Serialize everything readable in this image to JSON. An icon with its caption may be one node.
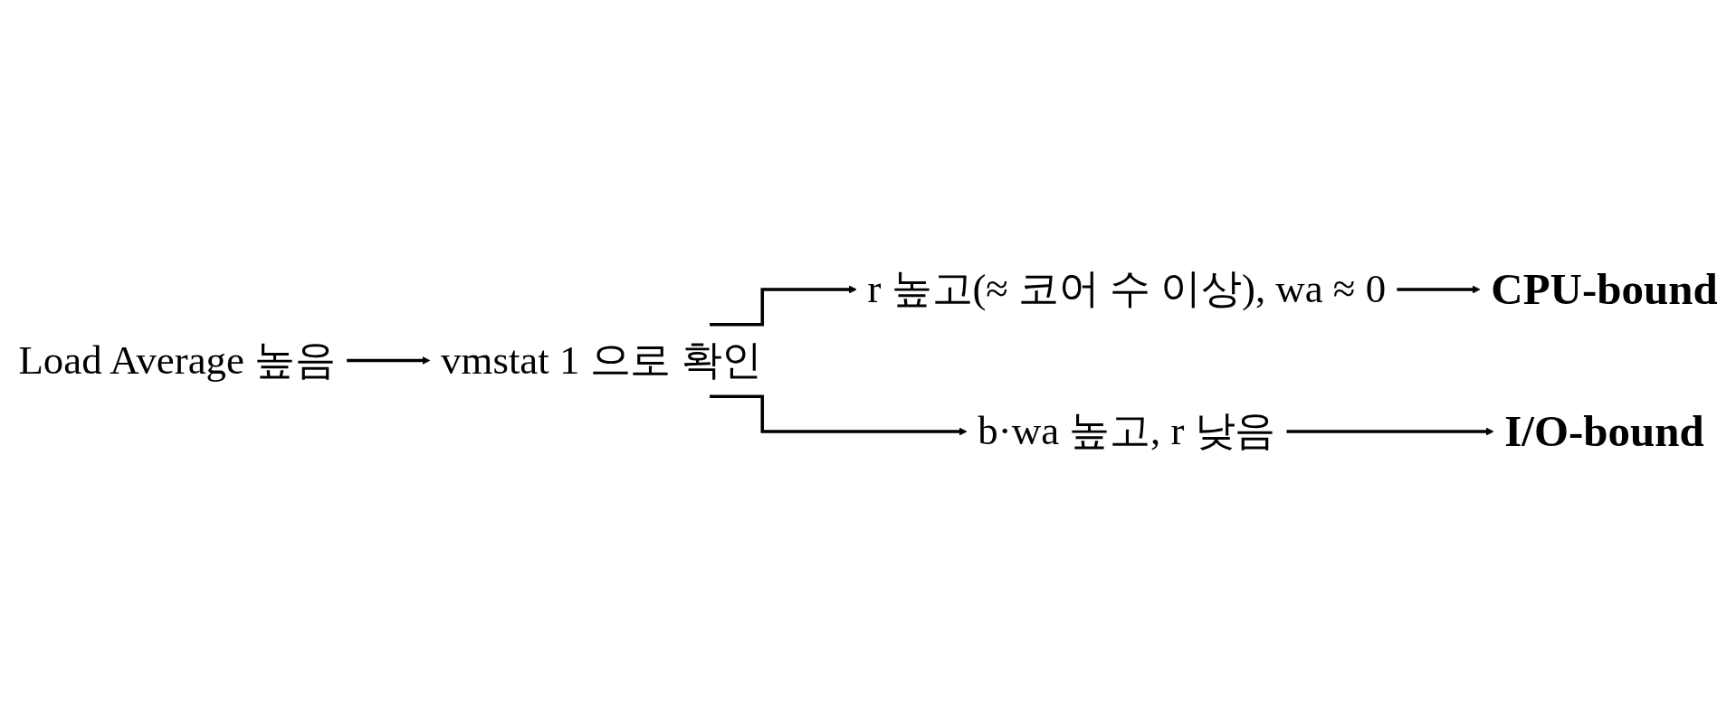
{
  "diagram": {
    "nodes": [
      {
        "text": [
          "Load Average 높음"
        ]
      },
      {
        "text": [
          "vmstat 1 으로 확인"
        ]
      },
      {
        "text": [
          "r 높고(≈ 코어 수 이상), wa ≈ 0"
        ]
      },
      {
        "text": [
          "CPU-bound"
        ]
      },
      {
        "text": [
          "b·wa 높고, r 낮음"
        ]
      },
      {
        "text": [
          "I/O-bound"
        ]
      }
    ],
    "edges": [
      {
        "from": 0,
        "to": 1,
        "arrow": "to"
      },
      {
        "from": 1,
        "to": 2,
        "arrow": "to"
      },
      {
        "from": 1,
        "to": 4,
        "arrow": "to"
      },
      {
        "from": 2,
        "to": 3,
        "arrow": "to"
      },
      {
        "from": 4,
        "to": 5,
        "arrow": "to"
      }
    ]
  }
}
